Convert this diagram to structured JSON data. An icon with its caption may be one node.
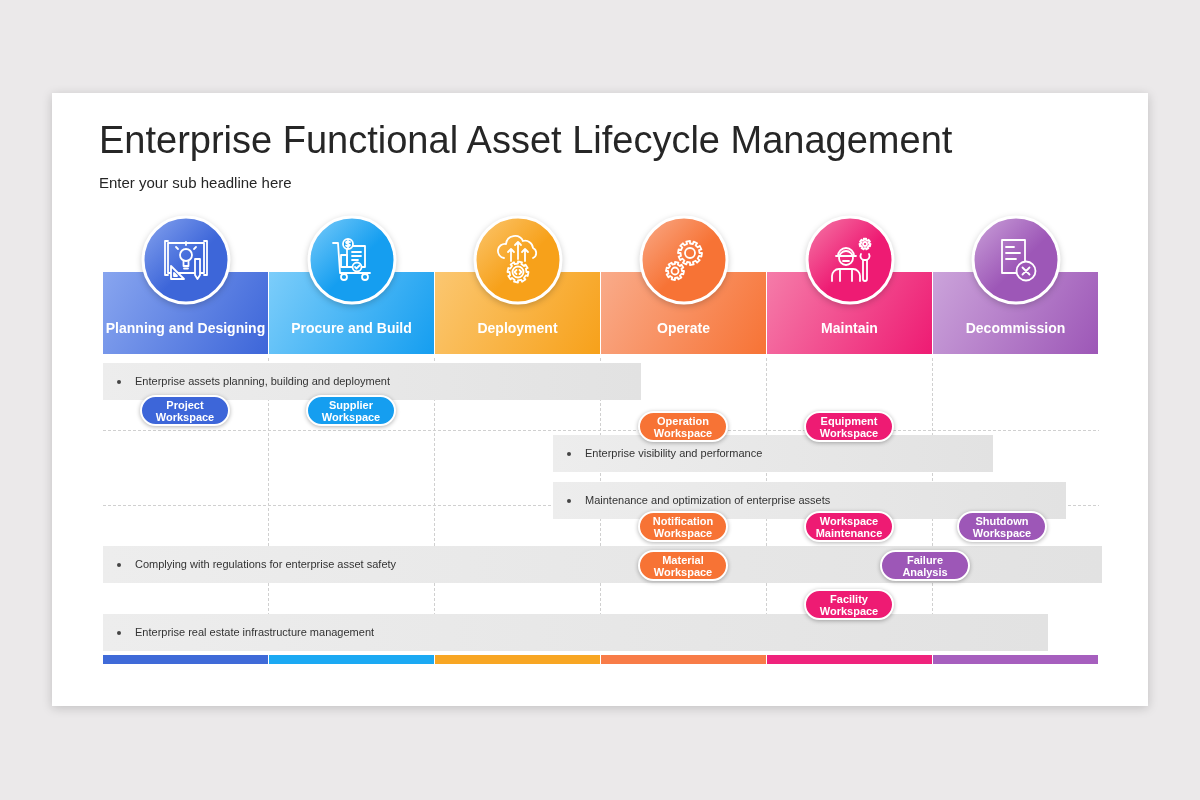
{
  "diagram": {
    "title": "Enterprise Functional Asset Lifecycle Management",
    "nodes": [
      {
        "text": [
          "Planning and Designing"
        ]
      },
      {
        "text": [
          "Procure and Build"
        ]
      },
      {
        "text": [
          "Deployment"
        ]
      },
      {
        "text": [
          "Operate"
        ]
      },
      {
        "text": [
          "Maintain"
        ]
      },
      {
        "text": [
          "Decommission"
        ]
      },
      {
        "text": [
          "Enterprise assets planning, building and deployment"
        ]
      },
      {
        "text": [
          "Project Workspace"
        ]
      },
      {
        "text": [
          "Supplier Workspace"
        ]
      },
      {
        "text": [
          "Operation Workspace"
        ]
      },
      {
        "text": [
          "Equipment Workspace"
        ]
      },
      {
        "text": [
          "Enterprise visibility and performance"
        ]
      },
      {
        "text": [
          "Maintenance and optimization of enterprise assets"
        ]
      },
      {
        "text": [
          "Notification Workspace"
        ]
      },
      {
        "text": [
          "Workspace Maintenance"
        ]
      },
      {
        "text": [
          "Shutdown Workspace"
        ]
      },
      {
        "text": [
          "Complying with regulations for enterprise asset safety"
        ]
      },
      {
        "text": [
          "Material Workspace"
        ],
        "in": 16
      },
      {
        "text": [
          "Failure Analysis"
        ],
        "in": 16
      },
      {
        "text": [
          "Facility Workspace"
        ]
      },
      {
        "text": [
          "Enterprise real estate infrastructure management"
        ]
      }
    ],
    "labels": [
      "Enter your sub headline here"
    ]
  }
}
